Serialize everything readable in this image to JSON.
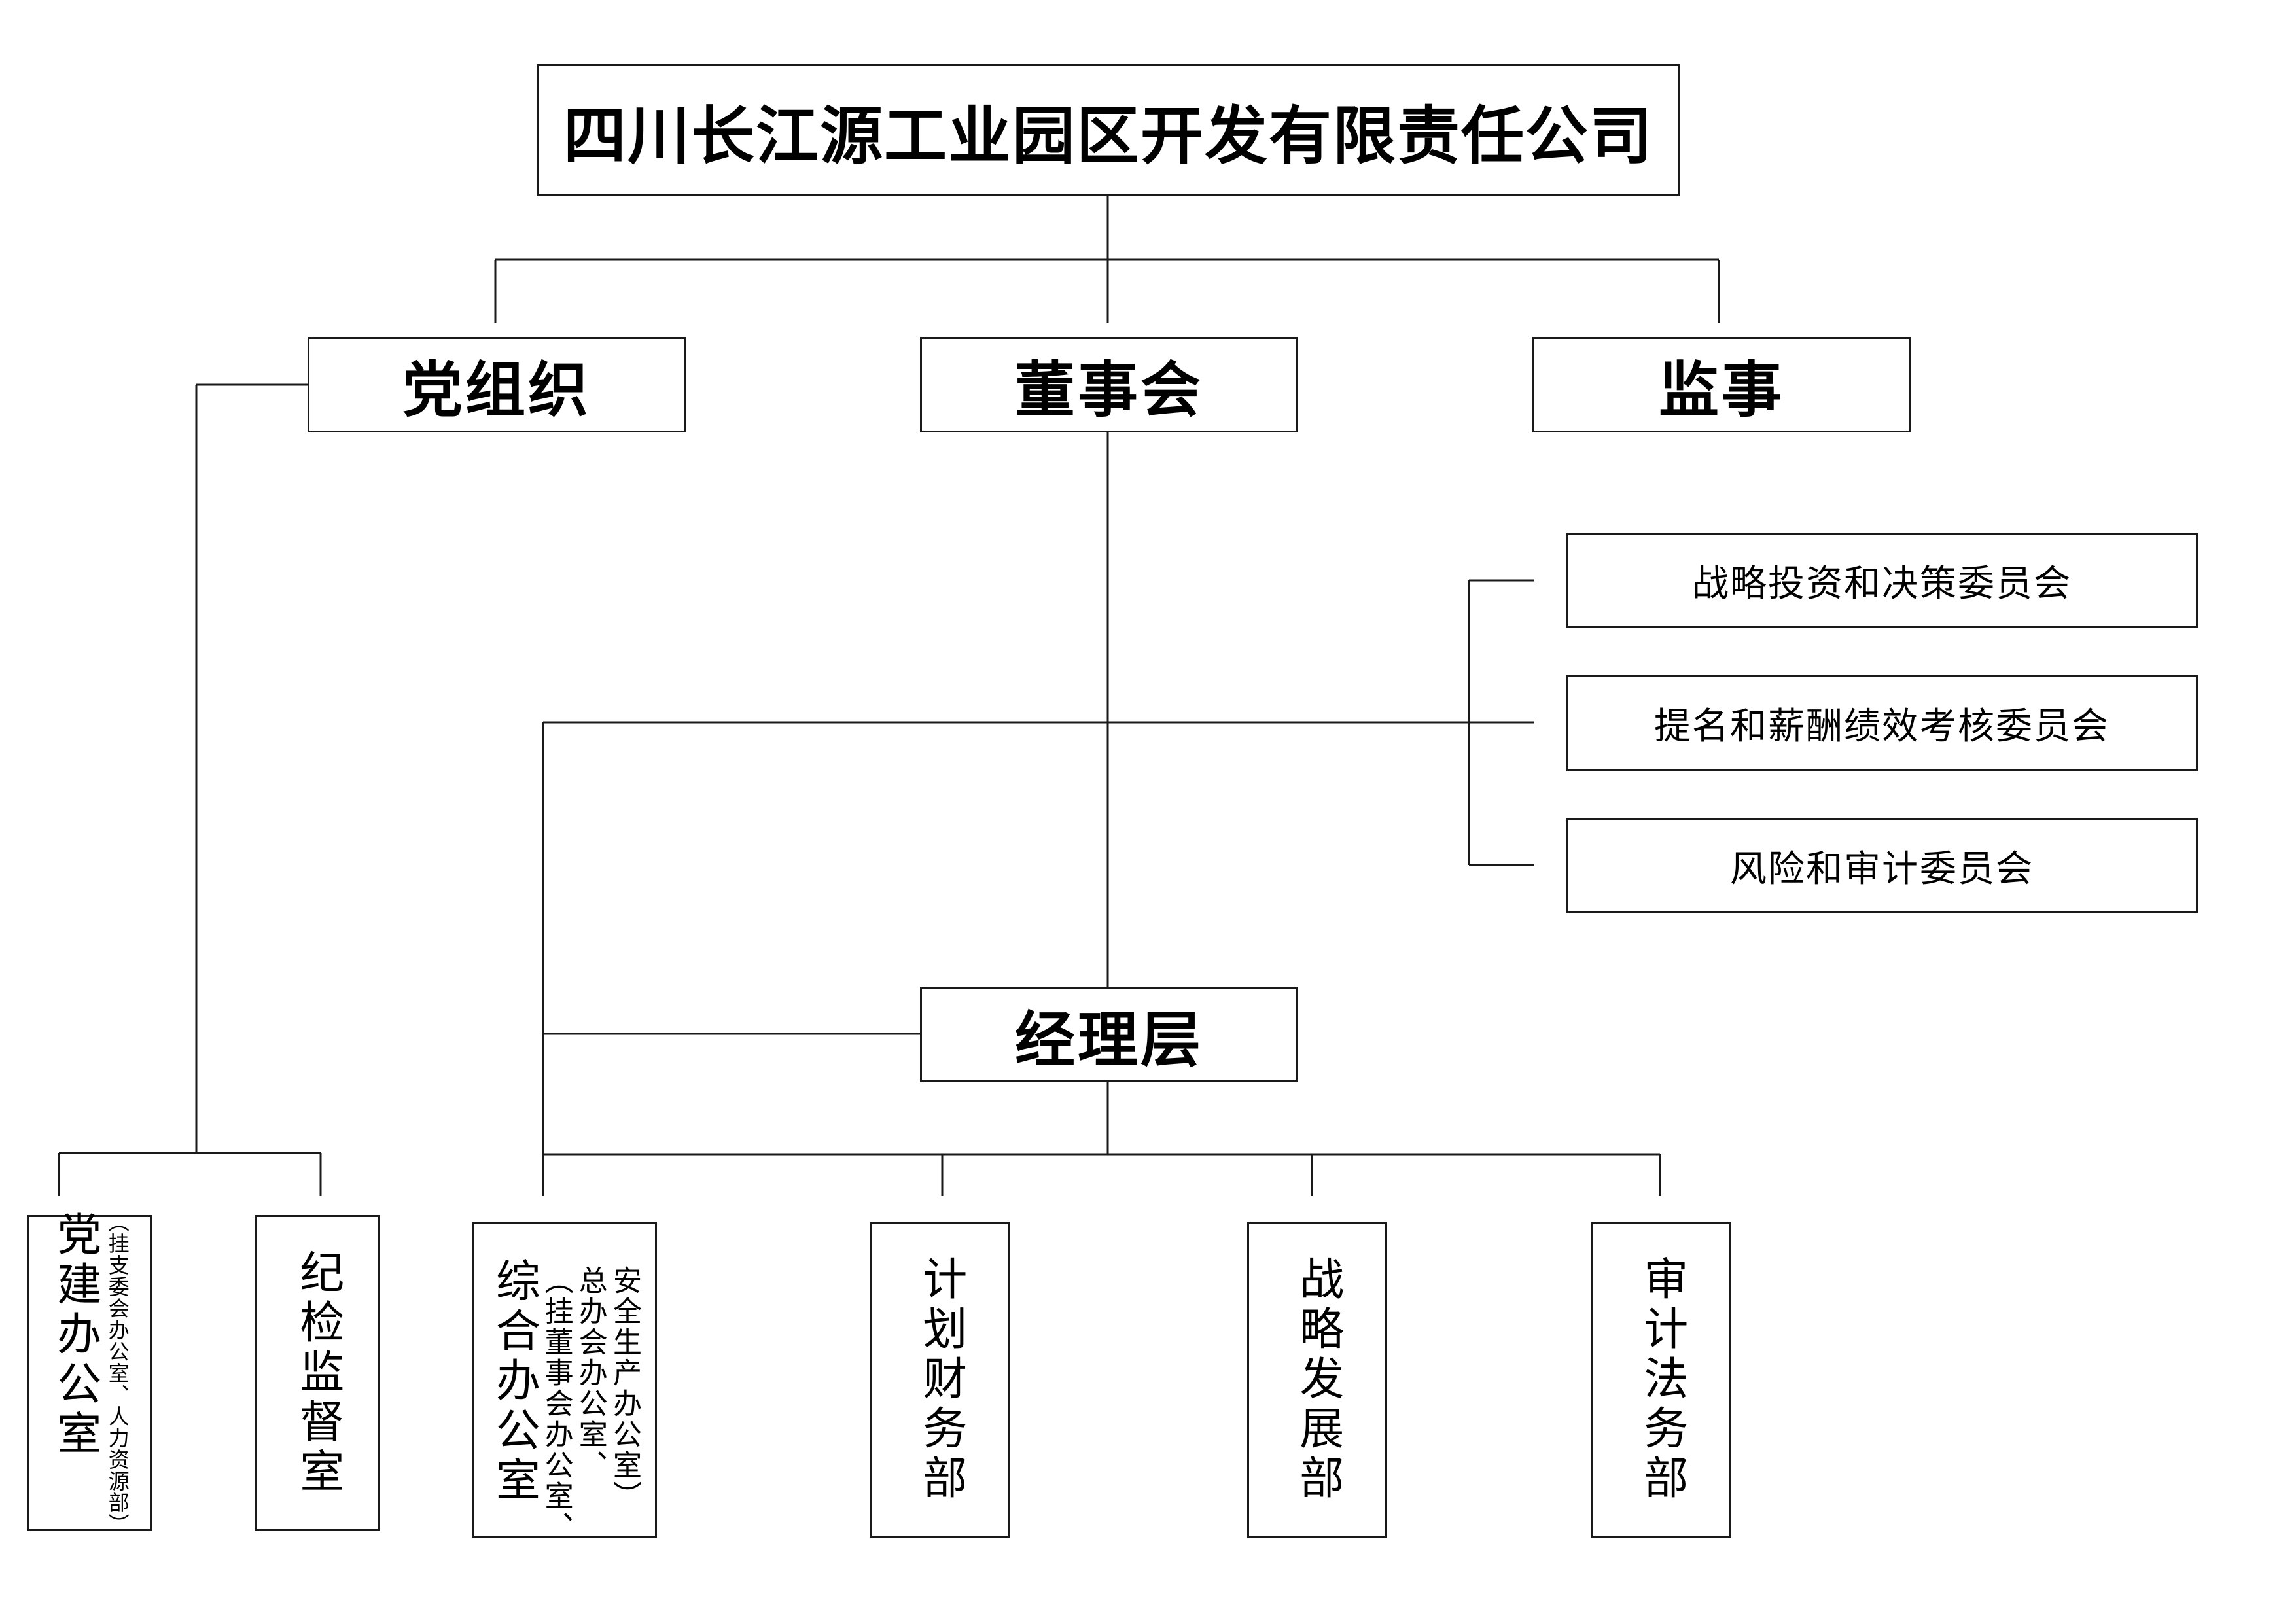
{
  "title": "四川长江源工业园区开发有限责任公司",
  "level2": {
    "party": "党组织",
    "board": "董事会",
    "supervisor": "监事"
  },
  "committees": [
    "战略投资和决策委员会",
    "提名和薪酬绩效考核委员会",
    "风险和审计委员会"
  ],
  "management": "经理层",
  "departments": {
    "party_building": {
      "name": "党建办公室",
      "note": "（挂支委会办公室、人力资源部）"
    },
    "discipline": {
      "name": "纪检监督室"
    },
    "general": {
      "name": "综合办公室",
      "note_line1": "（挂董事会办公室、",
      "note_line2": "总办会办公室、",
      "note_line3": "安全生产办公室）"
    },
    "finance": {
      "name": "计划财务部"
    },
    "strategy": {
      "name": "战略发展部"
    },
    "audit_legal": {
      "name": "审计法务部"
    }
  }
}
